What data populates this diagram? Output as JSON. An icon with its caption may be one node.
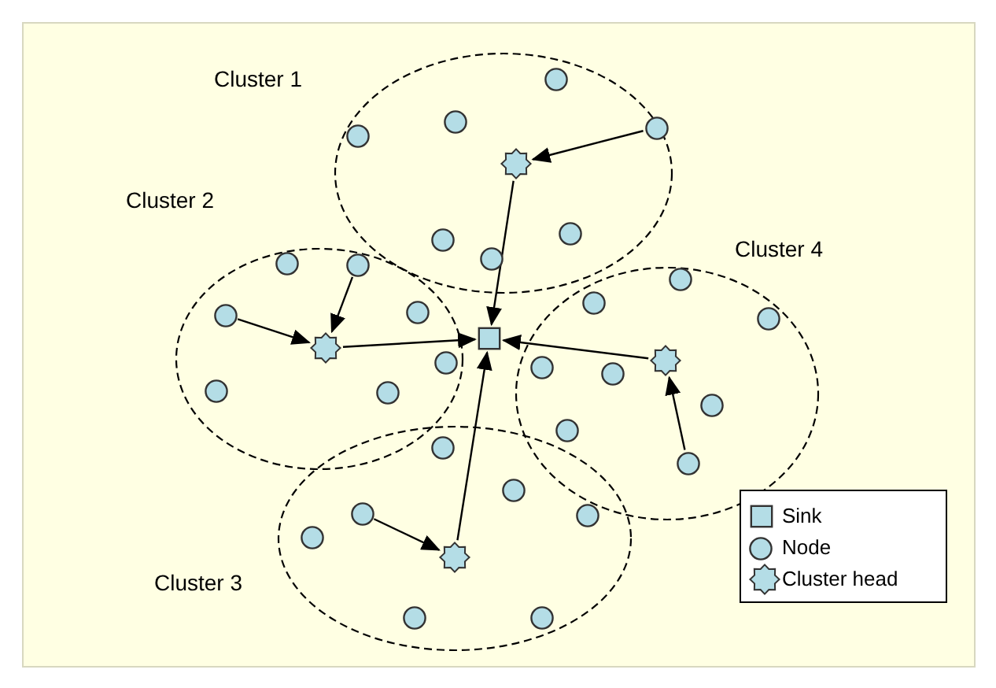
{
  "diagram": {
    "nodes": [
      {
        "text": [
          "Cluster 1"
        ]
      },
      {
        "text": [],
        "shape": "circle",
        "in": 0
      },
      {
        "text": [],
        "shape": "circle",
        "in": 0
      },
      {
        "text": [],
        "shape": "circle",
        "in": 0
      },
      {
        "text": [],
        "shape": "circle",
        "in": 0
      },
      {
        "text": [],
        "shape": "star",
        "in": 0
      },
      {
        "text": [],
        "shape": "circle",
        "in": 0
      },
      {
        "text": [],
        "shape": "circle",
        "in": 0
      },
      {
        "text": [],
        "shape": "circle",
        "in": 0
      },
      {
        "text": [
          "Cluster 2"
        ]
      },
      {
        "text": [],
        "shape": "circle",
        "in": 9
      },
      {
        "text": [],
        "shape": "circle",
        "in": 9
      },
      {
        "text": [],
        "shape": "circle",
        "in": 9
      },
      {
        "text": [],
        "shape": "circle",
        "in": 9
      },
      {
        "text": [],
        "shape": "star",
        "in": 9
      },
      {
        "text": [],
        "shape": "circle",
        "in": 9
      },
      {
        "text": [],
        "shape": "circle",
        "in": 9
      },
      {
        "text": [],
        "shape": "circle",
        "in": 9
      },
      {
        "text": [
          "Cluster 4"
        ]
      },
      {
        "text": [],
        "shape": "circle",
        "in": 18
      },
      {
        "text": [],
        "shape": "circle",
        "in": 18
      },
      {
        "text": [],
        "shape": "circle",
        "in": 18
      },
      {
        "text": [],
        "shape": "star",
        "in": 18
      },
      {
        "text": [],
        "shape": "circle",
        "in": 18
      },
      {
        "text": [],
        "shape": "circle",
        "in": 18
      },
      {
        "text": [],
        "shape": "circle",
        "in": 18
      },
      {
        "text": [],
        "shape": "circle",
        "in": 18
      },
      {
        "text": [],
        "shape": "circle",
        "in": 18
      },
      {
        "text": [],
        "shape": "box"
      },
      {
        "text": [
          "Cluster 3"
        ]
      },
      {
        "text": [],
        "shape": "circle",
        "in": 29
      },
      {
        "text": [],
        "shape": "circle",
        "in": 29
      },
      {
        "text": [],
        "shape": "circle",
        "in": 29
      },
      {
        "text": [],
        "shape": "circle",
        "in": 29
      },
      {
        "text": [],
        "shape": "circle",
        "in": 29
      },
      {
        "text": [],
        "shape": "star",
        "in": 29
      },
      {
        "text": [],
        "shape": "circle",
        "in": 29
      },
      {
        "text": [],
        "shape": "circle",
        "in": 29
      }
    ],
    "edges": [
      {
        "from": 3,
        "to": 5,
        "arrow": "to"
      },
      {
        "from": 5,
        "to": 28,
        "arrow": "to"
      },
      {
        "from": 11,
        "to": 14,
        "arrow": "to"
      },
      {
        "from": 13,
        "to": 14,
        "arrow": "to"
      },
      {
        "from": 14,
        "to": 28,
        "arrow": "to"
      },
      {
        "from": 22,
        "to": 28,
        "arrow": "to"
      },
      {
        "from": 27,
        "to": 22,
        "arrow": "to"
      },
      {
        "from": 33,
        "to": 35,
        "arrow": "to"
      },
      {
        "from": 35,
        "to": 28,
        "arrow": "to"
      }
    ],
    "legend": [
      {
        "text": "Sink"
      },
      {
        "text": "Node"
      },
      {
        "text": "Cluster head"
      }
    ]
  }
}
